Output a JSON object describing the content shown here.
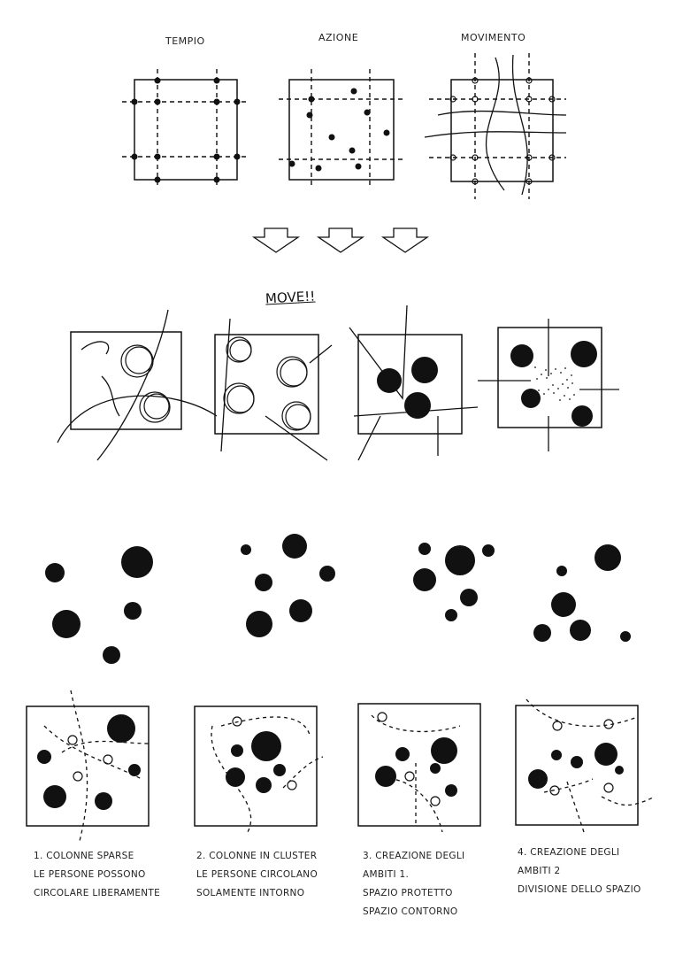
{
  "top_row": {
    "labels": [
      "TEMPIO",
      "AZIONE",
      "MOVIMENTO"
    ]
  },
  "middle_row": {
    "note": "MOVE!!"
  },
  "captions": [
    {
      "lines": [
        "1. COLONNE SPARSE",
        "LE PERSONE POSSONO",
        "CIRCOLARE LIBERAMENTE"
      ]
    },
    {
      "lines": [
        "2. COLONNE IN CLUSTER",
        "LE PERSONE CIRCOLANO",
        "SOLAMENTE INTORNO"
      ]
    },
    {
      "lines": [
        "3. CREAZIONE DEGLI",
        "AMBITI 1.",
        "SPAZIO PROTETTO",
        "SPAZIO CONTORNO"
      ]
    },
    {
      "lines": [
        "4. CREAZIONE DEGLI",
        "AMBITI 2",
        "DIVISIONE DELLO SPAZIO"
      ]
    }
  ],
  "colors": {
    "ink": "#111111",
    "paper": "#ffffff"
  }
}
